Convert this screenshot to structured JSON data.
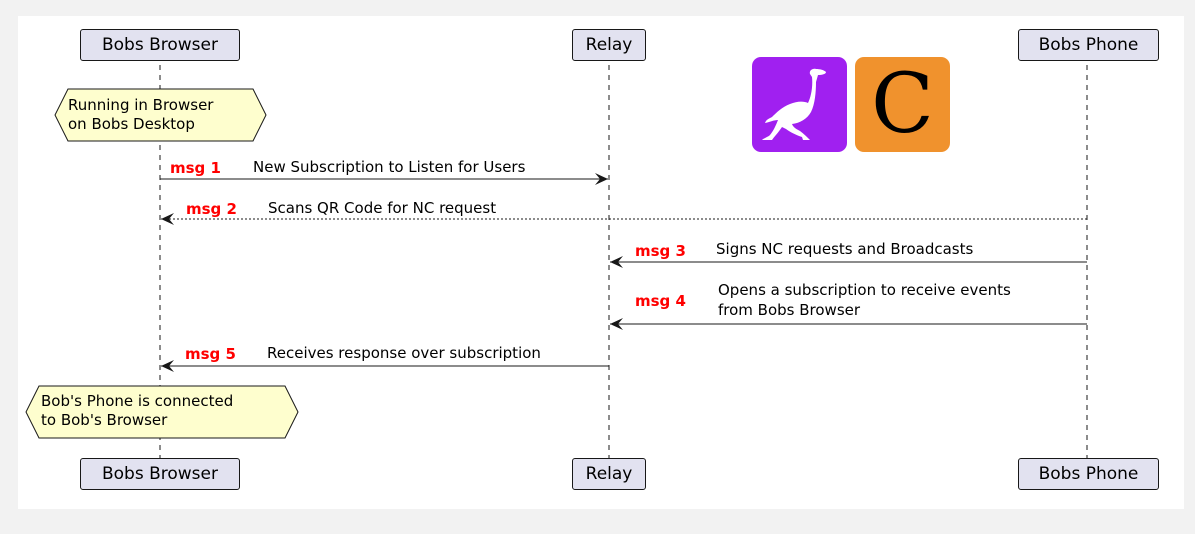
{
  "participants": {
    "browser": "Bobs Browser",
    "relay": "Relay",
    "phone": "Bobs Phone"
  },
  "notes": {
    "start": [
      "Running in Browser",
      "on Bobs Desktop"
    ],
    "end": [
      "Bob's Phone is connected",
      "to Bob's Browser"
    ]
  },
  "messages": [
    {
      "num": "msg 1",
      "text": [
        "New Subscription to Listen for Users"
      ]
    },
    {
      "num": "msg 2",
      "text": [
        "Scans QR Code for NC request"
      ]
    },
    {
      "num": "msg 3",
      "text": [
        "Signs NC requests and Broadcasts"
      ]
    },
    {
      "num": "msg 4",
      "text": [
        "Opens a subscription to receive events",
        "from Bobs Browser"
      ]
    },
    {
      "num": "msg 5",
      "text": [
        "Receives response over subscription"
      ]
    }
  ],
  "logos": {
    "nostr": "ostrich-logo",
    "c": "C"
  },
  "colors": {
    "participant_fill": "#e2e2f0",
    "note_fill": "#fefece",
    "msg_number": "#ff0000",
    "nostr_logo": "#a020f0",
    "c_logo": "#f0922d"
  }
}
